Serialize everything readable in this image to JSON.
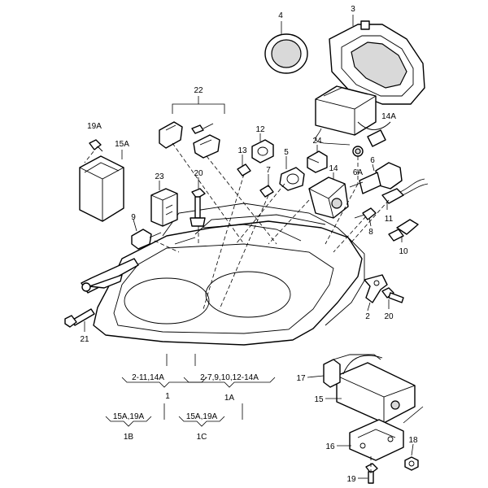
{
  "labels": {
    "p1": "1",
    "p1a": "1A",
    "p1b": "1B",
    "p1c": "1C",
    "p2": "2",
    "p3": "3",
    "p4": "4",
    "p5": "5",
    "p6": "6",
    "p6a": "6A",
    "p7": "7",
    "p8": "8",
    "p9": "9",
    "p10": "10",
    "p11": "11",
    "p12": "12",
    "p13": "13",
    "p14": "14",
    "p14a": "14A",
    "p15": "15",
    "p15a": "15A",
    "p16": "16",
    "p17": "17",
    "p18": "18",
    "p19": "19",
    "p19a": "19A",
    "p20a": "20",
    "p20b": "20",
    "p21": "21",
    "p22": "22",
    "p23": "23",
    "p24": "24"
  },
  "groups": {
    "g1": "2-11,14A",
    "g1a": "2-7,9,10,12-14A",
    "g1b": "15A,19A",
    "g1c": "15A,19A"
  }
}
